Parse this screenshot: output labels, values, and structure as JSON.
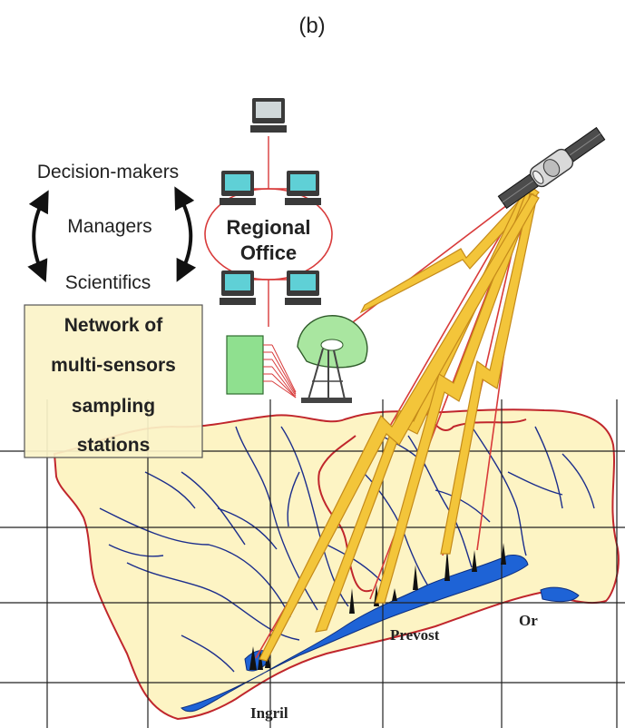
{
  "caption": "(b)",
  "roles": {
    "top": "Decision-makers",
    "middle": "Managers",
    "bottom": "Scientifics"
  },
  "office": {
    "line1": "Regional",
    "line2": "Office"
  },
  "network_box": {
    "line1": "Network of",
    "line2": "multi-sensors",
    "line3": "sampling",
    "line4": "stations"
  },
  "places": {
    "a": "Prevost",
    "b": "Or",
    "c": "Ingril"
  },
  "colors": {
    "land": "#fdf4c4",
    "lagoon": "#1e63d6",
    "river": "#1c2e8c",
    "border": "#c0262c",
    "beam": "#f3c53a",
    "link": "#d83a3a",
    "box_fill": "#fbf3c8",
    "monitor": "#3a3a3a",
    "screen": "#5fd0d6",
    "dish": "#a9e6a0",
    "server": "#8fe08f"
  },
  "icons": [
    "computer-icon",
    "server-icon",
    "satellite-dish-icon",
    "satellite-icon",
    "sensor-station-icon",
    "double-arrow-icon"
  ]
}
